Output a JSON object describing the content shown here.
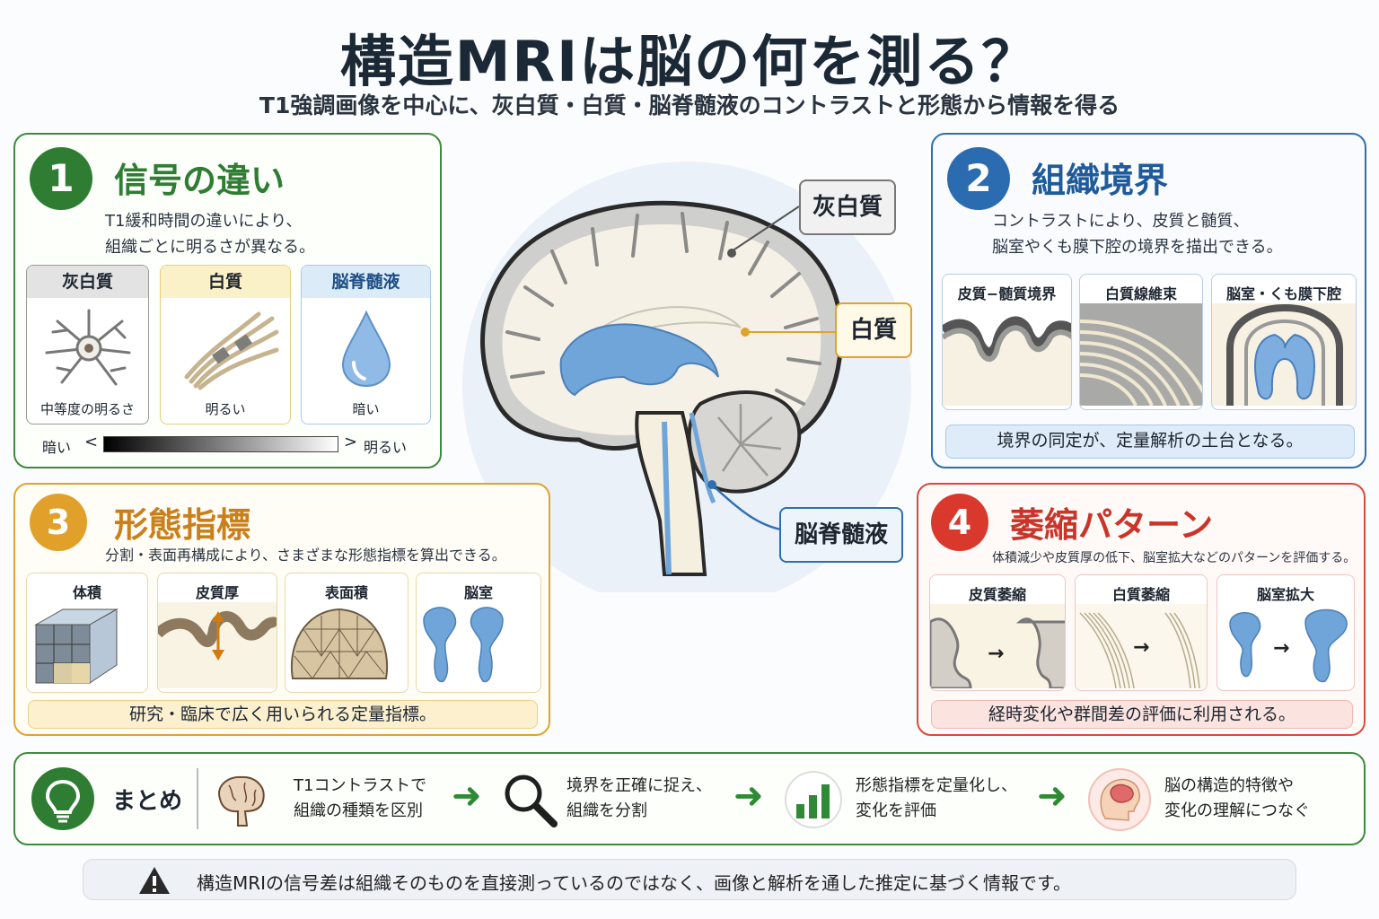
{
  "title": "構造MRIは脳の何を測る？",
  "subtitle": "T1強調画像を中心に、灰白質・白質・脳脊髄液のコントラストと形態から情報を得る",
  "colors": {
    "green": "#3d8a3f",
    "blue": "#2e6fb2",
    "orange": "#e0a32c",
    "red": "#d94a3c",
    "csf": "#6fa5d8"
  },
  "brain_labels": {
    "gray": "灰白質",
    "white": "白質",
    "csf": "脳脊髄液"
  },
  "panel1": {
    "num": "1",
    "title": "信号の違い",
    "desc1": "T1緩和時間の違いにより、",
    "desc2": "組織ごとに明るさが異なる。",
    "cards": [
      {
        "head": "灰白質",
        "foot": "中等度の明るさ",
        "icon": "neuron-icon"
      },
      {
        "head": "白質",
        "foot": "明るい",
        "icon": "fiber-bundle-icon"
      },
      {
        "head": "脳脊髄液",
        "foot": "暗い",
        "icon": "droplet-icon"
      }
    ],
    "scale_dark": "暗い",
    "scale_bright": "明るい"
  },
  "panel2": {
    "num": "2",
    "title": "組織境界",
    "desc1": "コントラストにより、皮質と髄質、",
    "desc2": "脳室やくも膜下腔の境界を描出できる。",
    "cards": [
      {
        "head": "皮質−髄質境界"
      },
      {
        "head": "白質線維束"
      },
      {
        "head": "脳室・くも膜下腔"
      }
    ],
    "footer": "境界の同定が、定量解析の土台となる。"
  },
  "panel3": {
    "num": "3",
    "title": "形態指標",
    "desc": "分割・表面再構成により、さまざまな形態指標を算出できる。",
    "cards": [
      {
        "head": "体積"
      },
      {
        "head": "皮質厚"
      },
      {
        "head": "表面積"
      },
      {
        "head": "脳室"
      }
    ],
    "footer": "研究・臨床で広く用いられる定量指標。"
  },
  "panel4": {
    "num": "4",
    "title": "萎縮パターン",
    "desc": "体積減少や皮質厚の低下、脳室拡大などのパターンを評価する。",
    "cards": [
      {
        "head": "皮質萎縮"
      },
      {
        "head": "白質萎縮"
      },
      {
        "head": "脳室拡大"
      }
    ],
    "footer": "経時変化や群間差の評価に利用される。"
  },
  "summary": {
    "label": "まとめ",
    "steps": [
      {
        "line1": "T1コントラストで",
        "line2": "組織の種類を区別",
        "icon": "brain-icon"
      },
      {
        "line1": "境界を正確に捉え、",
        "line2": "組織を分割",
        "icon": "magnifier-icon"
      },
      {
        "line1": "形態指標を定量化し、",
        "line2": "変化を評価",
        "icon": "bar-chart-icon"
      },
      {
        "line1": "脳の構造的特徴や",
        "line2": "変化の理解につなぐ",
        "icon": "head-brain-icon"
      }
    ]
  },
  "warning": "構造MRIの信号差は組織そのものを直接測っているのではなく、画像と解析を通した推定に基づく情報です。"
}
